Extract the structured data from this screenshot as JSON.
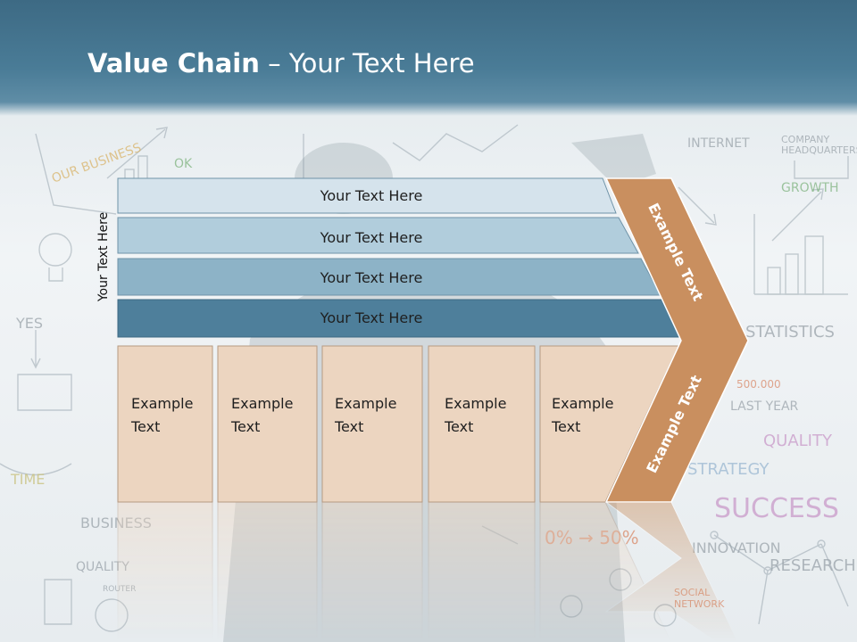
{
  "header": {
    "title_bold": "Value Chain",
    "title_rest": " – Your Text Here"
  },
  "side_label": "Your Text Here",
  "bars": [
    {
      "label": "Your Text Here",
      "color": "#d5e3ec"
    },
    {
      "label": "Your Text Here",
      "color": "#b1cddc"
    },
    {
      "label": "Your Text Here",
      "color": "#8db3c7"
    },
    {
      "label": "Your Text Here",
      "color": "#4e7f9b"
    }
  ],
  "boxes": [
    {
      "line1": "Example",
      "line2": "Text"
    },
    {
      "line1": "Example",
      "line2": "Text"
    },
    {
      "line1": "Example",
      "line2": "Text"
    },
    {
      "line1": "Example",
      "line2": "Text"
    },
    {
      "line1": "Example",
      "line2": "Text"
    }
  ],
  "arrow": {
    "upper_label": "Example Text",
    "lower_label": "Example Text",
    "color": "#c98f5f"
  },
  "colors": {
    "box_fill": "#ecd5c0",
    "header": "#4a7c97"
  },
  "background_sketch": {
    "words": [
      "OUR BUSINESS",
      "INTERNET",
      "COMPANY HEADQUARTERS",
      "GROWTH",
      "YES",
      "STATISTICS",
      "LAST YEAR",
      "QUALITY",
      "STRATEGY",
      "SUCCESS",
      "TIME",
      "BUSINESS",
      "INNOVATION",
      "RESEARCH",
      "SOCIAL NETWORK",
      "ROUTER",
      "500.000",
      "OK"
    ]
  }
}
